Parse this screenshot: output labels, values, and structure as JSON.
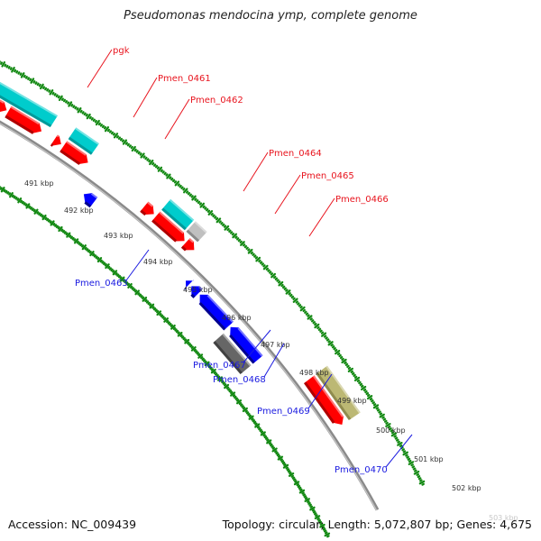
{
  "title": "Pseudomonas mendocina ymp, complete genome",
  "footer": {
    "accession": "Accession: NC_009439",
    "summary": "Topology: circular; Length: 5,072,807 bp; Genes: 4,675"
  },
  "colors": {
    "forward_label": "#e8141e",
    "reverse_label": "#1a1ae0",
    "cds_forward": "#ff0000",
    "gene_forward": "#00cccc",
    "cds_reverse": "#0000ff",
    "gene_reverse": "#666666",
    "other_gene": "#c0c0c0",
    "far_gene": "#bcb874",
    "backbone": "#888888",
    "tick": "#118811",
    "tick_label": "#333333"
  },
  "ruler": {
    "labels": [
      "491 kbp",
      "492 kbp",
      "493 kbp",
      "494 kbp",
      "495 kbp",
      "496 kbp",
      "497 kbp",
      "498 kbp",
      "499 kbp",
      "500 kbp",
      "501 kbp",
      "502 kbp"
    ],
    "ghost_label": "503 kbp"
  },
  "forward_labels": [
    {
      "name": "pgk"
    },
    {
      "name": "Pmen_0461"
    },
    {
      "name": "Pmen_0462"
    },
    {
      "name": "Pmen_0464"
    },
    {
      "name": "Pmen_0465"
    },
    {
      "name": "Pmen_0466"
    }
  ],
  "reverse_labels": [
    {
      "name": "Pmen_0463"
    },
    {
      "name": "Pmen_0467"
    },
    {
      "name": "Pmen_0468"
    },
    {
      "name": "Pmen_0469"
    },
    {
      "name": "Pmen_0470"
    }
  ]
}
